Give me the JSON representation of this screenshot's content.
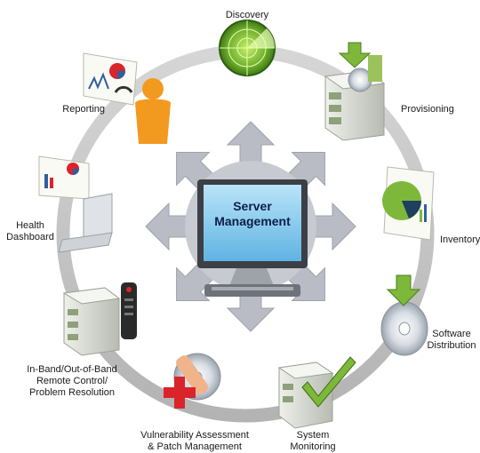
{
  "center": {
    "line1": "Server",
    "line2": "Management"
  },
  "stages": [
    {
      "id": "discovery",
      "lines": [
        "Discovery"
      ],
      "icon": "radar-icon"
    },
    {
      "id": "provisioning",
      "lines": [
        "Provisioning"
      ],
      "icon": "server-download-icon"
    },
    {
      "id": "inventory",
      "lines": [
        "Inventory"
      ],
      "icon": "pie-report-icon"
    },
    {
      "id": "software-distribution",
      "lines": [
        "Software",
        "Distribution"
      ],
      "icon": "cd-download-icon"
    },
    {
      "id": "system-monitoring",
      "lines": [
        "System",
        "Monitoring"
      ],
      "icon": "server-checkmark-icon"
    },
    {
      "id": "vulnerability",
      "lines": [
        "Vulnerability Assessment",
        "& Patch Management"
      ],
      "icon": "cd-bandage-icon"
    },
    {
      "id": "remote-control",
      "lines": [
        "In-Band/Out-of-Band",
        "Remote Control/",
        "Problem Resolution"
      ],
      "icon": "server-remote-icon"
    },
    {
      "id": "health-dashboard",
      "lines": [
        "Health",
        "Dashboard"
      ],
      "icon": "laptop-dashboard-icon"
    },
    {
      "id": "reporting",
      "lines": [
        "Reporting"
      ],
      "icon": "presenter-chart-icon"
    }
  ],
  "colors": {
    "ring": "#c4c4c4",
    "arrows": "#b9bcc4",
    "monitor_screen": "#7fc6ec",
    "server_body": "#d9dcd6",
    "green_accent": "#7db83a",
    "orange_person": "#f29a1f",
    "red_cross": "#d9242a"
  }
}
